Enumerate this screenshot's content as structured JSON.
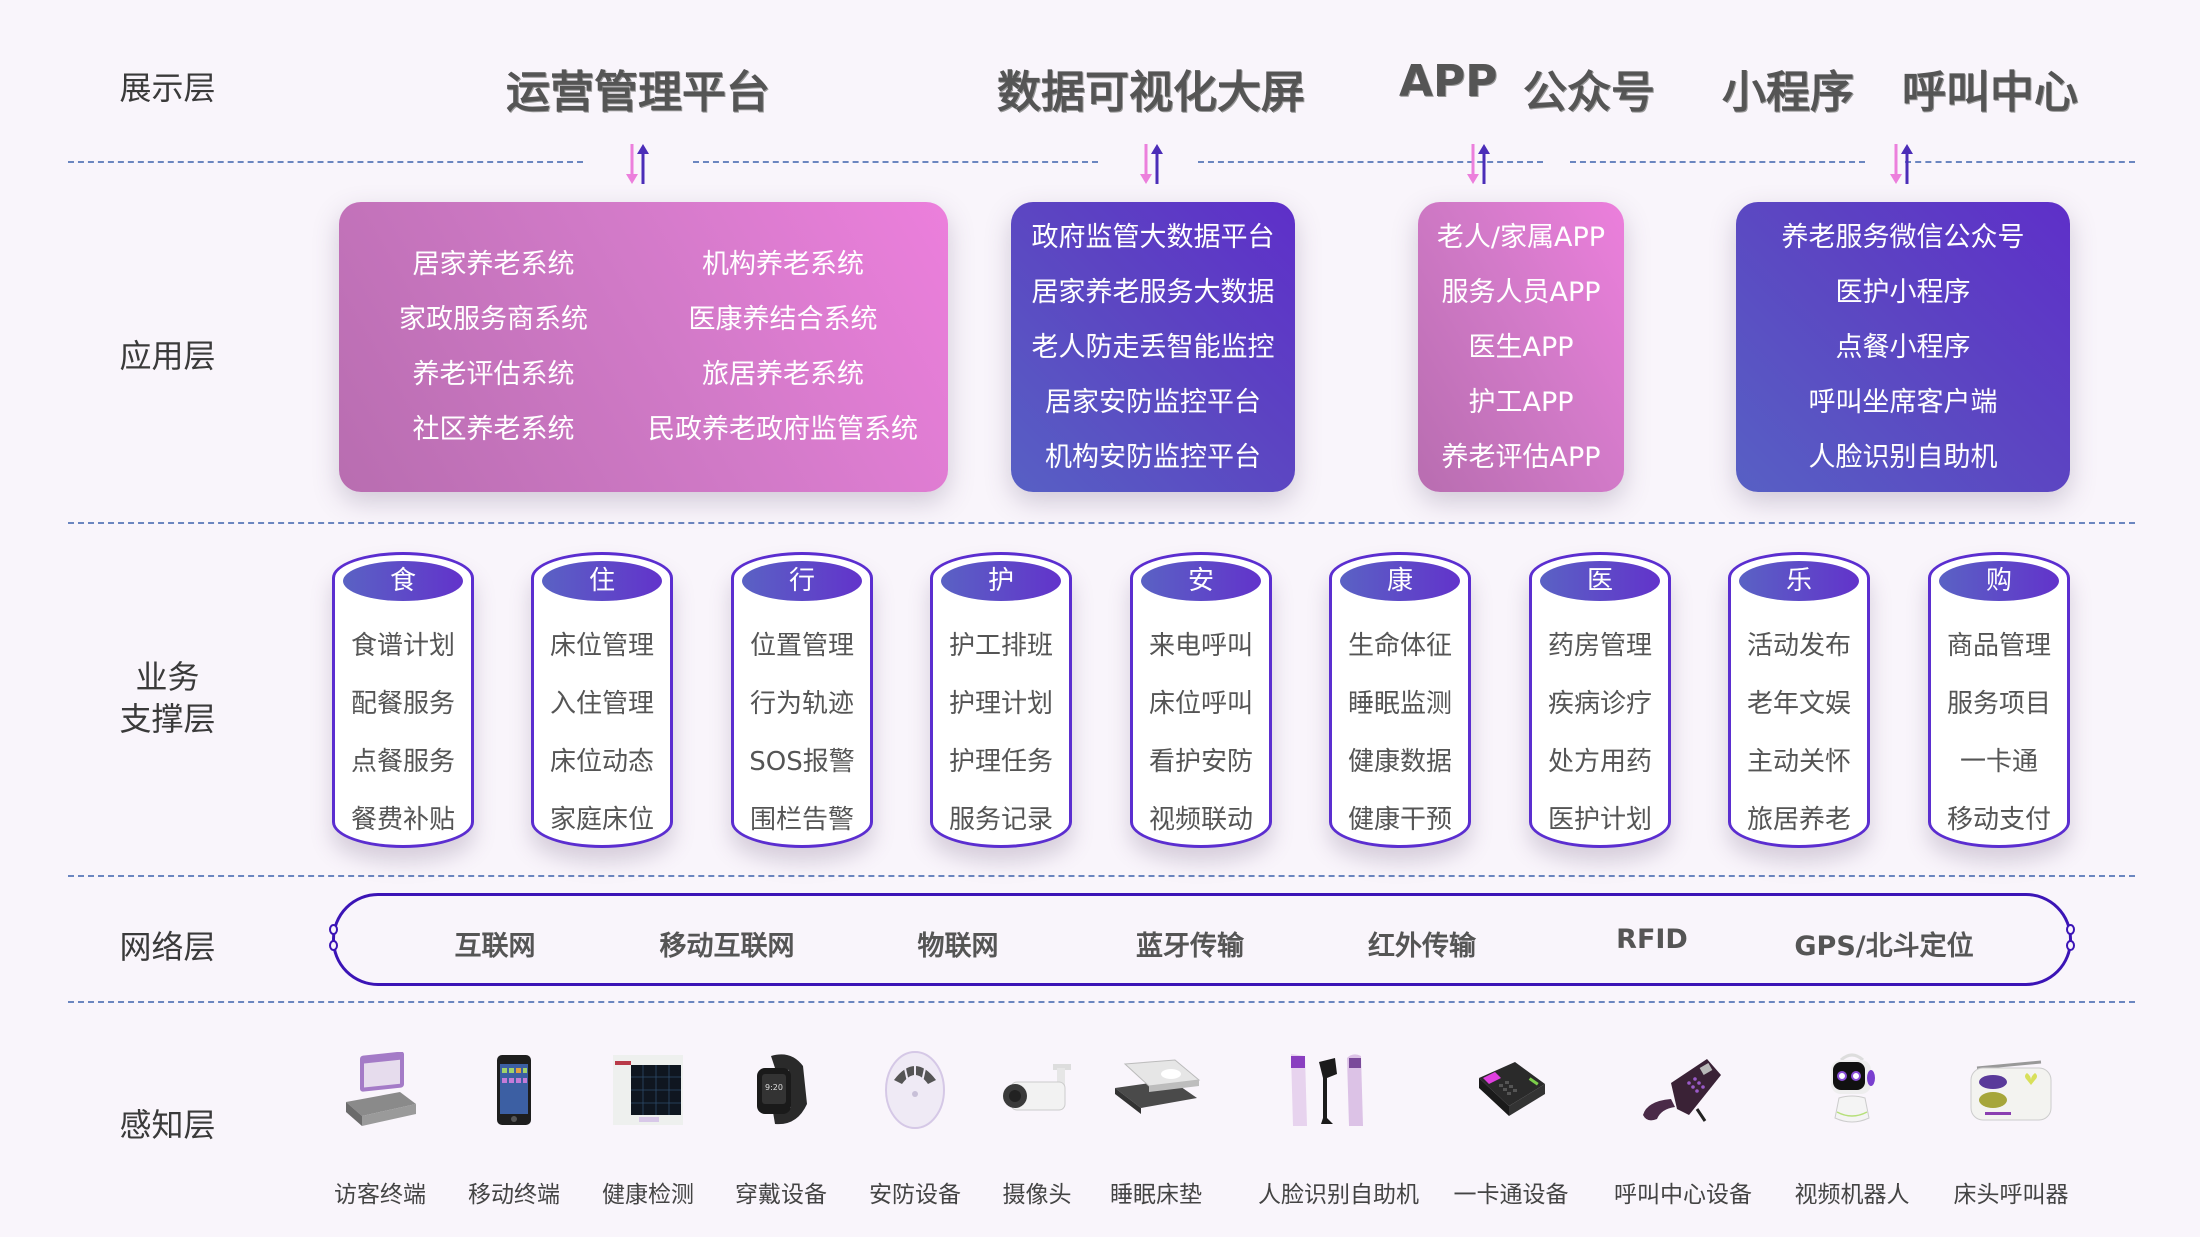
{
  "layers": {
    "presentation": "展示层",
    "application": "应用层",
    "business": [
      "业务",
      "支撑层"
    ],
    "network": "网络层",
    "sensing": "感知层"
  },
  "presentation": {
    "items": [
      "运营管理平台",
      "数据可视化大屏",
      "APP",
      "公众号",
      "小程序",
      "呼叫中心"
    ]
  },
  "application": {
    "boxes": [
      {
        "style": "pink",
        "items": [
          "居家养老系统",
          "机构养老系统",
          "家政服务商系统",
          "医康养结合系统",
          "养老评估系统",
          "旅居养老系统",
          "社区养老系统",
          "民政养老政府监管系统"
        ]
      },
      {
        "style": "purple",
        "items": [
          "政府监管大数据平台",
          "居家养老服务大数据",
          "老人防走丢智能监控",
          "居家安防监控平台",
          "机构安防监控平台"
        ]
      },
      {
        "style": "pink",
        "items": [
          "老人/家属APP",
          "服务人员APP",
          "医生APP",
          "护工APP",
          "养老评估APP"
        ]
      },
      {
        "style": "purple",
        "items": [
          "养老服务微信公众号",
          "医护小程序",
          "点餐小程序",
          "呼叫坐席客户端",
          "人脸识别自助机"
        ]
      }
    ]
  },
  "business": {
    "pillars": [
      {
        "head": "食",
        "items": [
          "食谱计划",
          "配餐服务",
          "点餐服务",
          "餐费补贴"
        ]
      },
      {
        "head": "住",
        "items": [
          "床位管理",
          "入住管理",
          "床位动态",
          "家庭床位"
        ]
      },
      {
        "head": "行",
        "items": [
          "位置管理",
          "行为轨迹",
          "SOS报警",
          "围栏告警"
        ]
      },
      {
        "head": "护",
        "items": [
          "护工排班",
          "护理计划",
          "护理任务",
          "服务记录"
        ]
      },
      {
        "head": "安",
        "items": [
          "来电呼叫",
          "床位呼叫",
          "看护安防",
          "视频联动"
        ]
      },
      {
        "head": "康",
        "items": [
          "生命体征",
          "睡眠监测",
          "健康数据",
          "健康干预"
        ]
      },
      {
        "head": "医",
        "items": [
          "药房管理",
          "疾病诊疗",
          "处方用药",
          "医护计划"
        ]
      },
      {
        "head": "乐",
        "items": [
          "活动发布",
          "老年文娱",
          "主动关怀",
          "旅居养老"
        ]
      },
      {
        "head": "购",
        "items": [
          "商品管理",
          "服务项目",
          "一卡通",
          "移动支付"
        ]
      }
    ]
  },
  "network": {
    "items": [
      "互联网",
      "移动互联网",
      "物联网",
      "蓝牙传输",
      "红外传输",
      "RFID",
      "GPS/北斗定位"
    ]
  },
  "sensing": {
    "devices": [
      {
        "label": "访客终端",
        "icon": "visitor-terminal-icon"
      },
      {
        "label": "移动终端",
        "icon": "mobile-phone-icon"
      },
      {
        "label": "健康检测",
        "icon": "health-monitor-icon"
      },
      {
        "label": "穿戴设备",
        "icon": "smartwatch-icon"
      },
      {
        "label": "安防设备",
        "icon": "smoke-detector-icon"
      },
      {
        "label": "摄像头",
        "icon": "camera-icon"
      },
      {
        "label": "睡眠床垫",
        "icon": "sleep-mattress-icon"
      },
      {
        "label": "人脸识别自助机",
        "icon": "kiosk-icon"
      },
      {
        "label": "一卡通设备",
        "icon": "card-reader-icon"
      },
      {
        "label": "呼叫中心设备",
        "icon": "desk-phone-icon"
      },
      {
        "label": "视频机器人",
        "icon": "robot-icon"
      },
      {
        "label": "床头呼叫器",
        "icon": "bedside-caller-icon"
      }
    ]
  },
  "colors": {
    "background": "#f9f5fb",
    "pink_start": "#b86db0",
    "pink_end": "#ec7fdc",
    "purple_start": "#5760c4",
    "purple_end": "#5e2fc9",
    "outline": "#3b14b6",
    "dashed": "#6b86c0"
  }
}
